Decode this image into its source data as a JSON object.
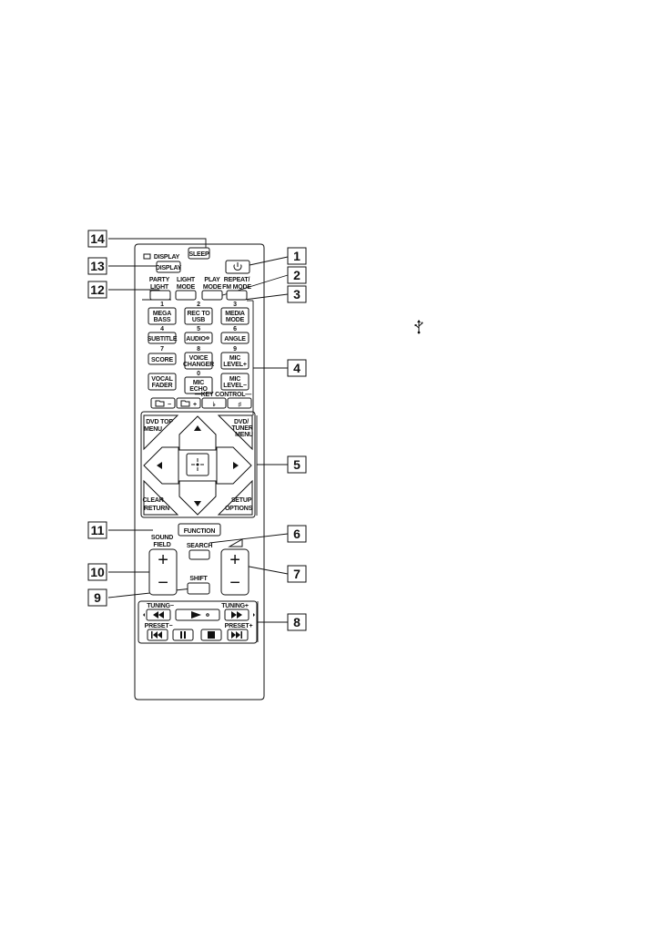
{
  "callouts": [
    "1",
    "2",
    "3",
    "4",
    "5",
    "6",
    "7",
    "8",
    "9",
    "10",
    "11",
    "12",
    "13",
    "14"
  ],
  "remote": {
    "sleep": "SLEEP",
    "display_top": "DISPLAY",
    "display": "DISPLAY",
    "party_light": [
      "PARTY",
      "LIGHT"
    ],
    "light_mode": [
      "LIGHT",
      "MODE"
    ],
    "play_mode": [
      "PLAY",
      "MODE"
    ],
    "repeat_fm": [
      "REPEAT/",
      "FM MODE"
    ],
    "num_1": "1",
    "num_2": "2",
    "num_3": "3",
    "mega_bass": [
      "MEGA",
      "BASS"
    ],
    "rec_to_usb": [
      "REC TO",
      "USB"
    ],
    "media_mode": [
      "MEDIA",
      "MODE"
    ],
    "num_4": "4",
    "num_5": "5",
    "num_6": "6",
    "subtitle": "SUBTITLE",
    "audio": "AUDIO",
    "angle": "ANGLE",
    "num_7": "7",
    "num_8": "8",
    "num_9": "9",
    "score": "SCORE",
    "voice_changer": [
      "VOICE",
      "CHANGER"
    ],
    "mic_level_plus": [
      "MIC",
      "LEVEL+"
    ],
    "num_0": "0",
    "vocal_fader": [
      "VOCAL",
      "FADER"
    ],
    "mic_echo": [
      "MIC",
      "ECHO"
    ],
    "mic_level_minus": [
      "MIC",
      "LEVEL−"
    ],
    "key_control": "—KEY CONTROL—",
    "dvd_top_menu": [
      "DVD TOP",
      "MENU"
    ],
    "dvd_tuner_menu": [
      "DVD/",
      "TUNER",
      "MENU"
    ],
    "clear_return": [
      "CLEAR",
      "RETURN"
    ],
    "setup_options": [
      "SETUP",
      "OPTIONS"
    ],
    "function": "FUNCTION",
    "search": "SEARCH",
    "sound_field": [
      "SOUND",
      "FIELD"
    ],
    "plus": "+",
    "minus": "−",
    "shift": "SHIFT",
    "tuning_minus": "TUNING−",
    "tuning_plus": "TUNING+",
    "preset_minus": "PRESET−",
    "preset_plus": "PRESET+"
  },
  "icons": {
    "power": "power-icon",
    "usb": "usb-icon",
    "arrows": [
      "arrow-up-icon",
      "arrow-down-icon",
      "arrow-left-icon",
      "arrow-right-icon"
    ],
    "enter": "enter-icon",
    "transport": [
      "rewind-icon",
      "play-icon",
      "fast-forward-icon",
      "previous-icon",
      "pause-icon",
      "stop-icon",
      "next-icon"
    ],
    "volume": "volume-icon"
  },
  "colors": {
    "ink": "#111111",
    "background": "#ffffff"
  }
}
